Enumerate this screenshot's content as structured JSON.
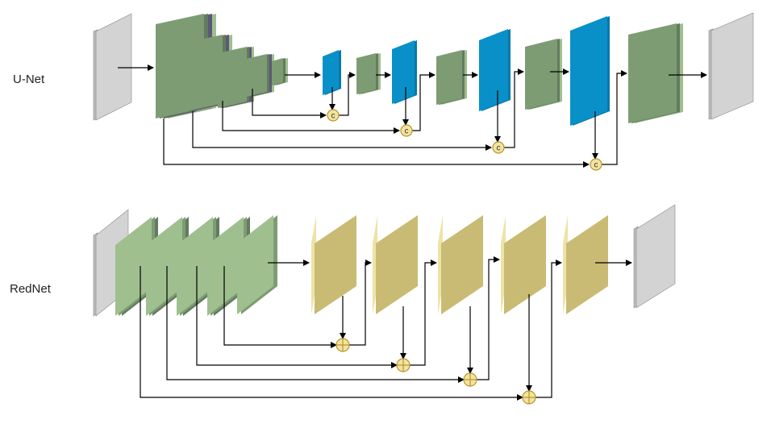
{
  "labels": {
    "unet": "U-Net",
    "rednet": "RedNet"
  },
  "symbols": {
    "concat": "c"
  },
  "colors": {
    "enc_front": "#637b5e",
    "enc_mid": "#7e9c74",
    "enc_back": "#9fbf8f",
    "enc_purple": "#5e5878",
    "dec_blue": "#0a90c8",
    "dec_blue_side": "#0878aa",
    "yellow_front": "#c9bb73",
    "yellow_back": "#ede3a6",
    "io_gray": "#d3d3d3",
    "node_fill": "#f3e3a0",
    "node_stroke": "#b7962f",
    "line": "#000000"
  }
}
